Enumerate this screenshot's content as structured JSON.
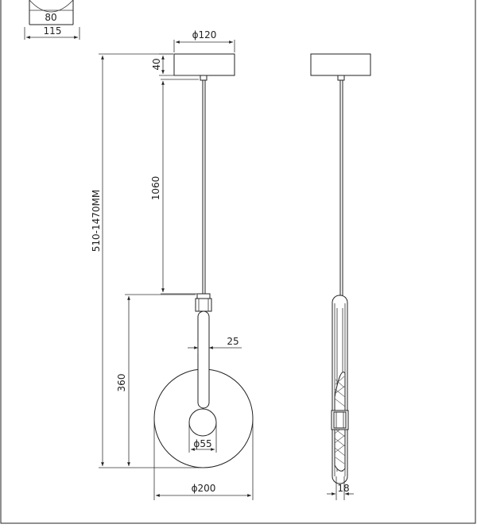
{
  "dimensions": {
    "inset_inner_width": "80",
    "inset_outer_width": "115",
    "canopy_diameter": "ϕ120",
    "canopy_height": "40",
    "cable_length": "1060",
    "overall_height": "510-1470MM",
    "lamp_height": "360",
    "tube_width": "25",
    "center_diameter": "ϕ55",
    "disc_diameter": "ϕ200",
    "side_thickness": "18"
  }
}
